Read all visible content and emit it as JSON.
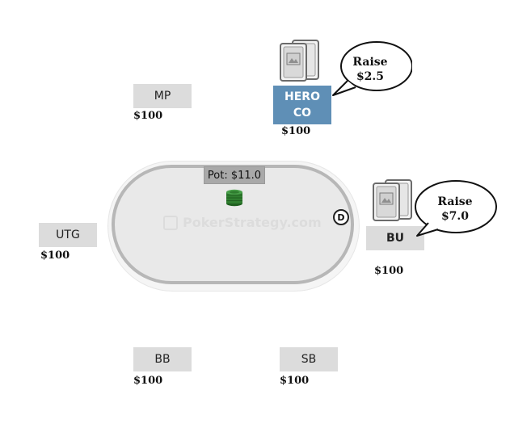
{
  "table": {
    "pot_label": "Pot: $11.0",
    "watermark": "PokerStrategy.com",
    "dealer_button": "D"
  },
  "seats": {
    "mp": {
      "name": "MP",
      "stack": "$100"
    },
    "hero": {
      "name_line1": "HERO",
      "name_line2": "CO",
      "stack": "$100"
    },
    "utg": {
      "name": "UTG",
      "stack": "$100"
    },
    "bu": {
      "name": "BU",
      "stack": "$100"
    },
    "bb": {
      "name": "BB",
      "stack": "$100"
    },
    "sb": {
      "name": "SB",
      "stack": "$100"
    }
  },
  "actions": {
    "hero": {
      "line1": "Raise",
      "line2": "$2.5"
    },
    "bu": {
      "line1": "Raise",
      "line2": "$7.0"
    }
  },
  "colors": {
    "hero_seat": "#5f8fb6",
    "seat_bg": "#dcdcdc",
    "table_felt": "#e9e9e9",
    "table_rail": "#b7b7b7",
    "chip_green": "#2f7d2f"
  },
  "icons": {
    "cards": "card-back-icon",
    "chips": "chip-stack-icon",
    "dealer": "dealer-button-icon"
  }
}
